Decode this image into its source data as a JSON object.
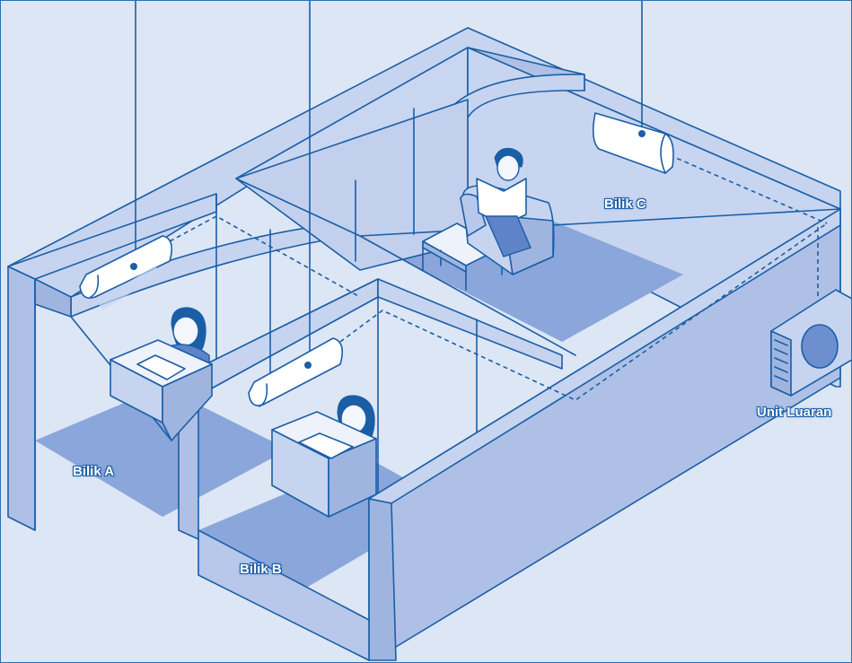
{
  "labels": {
    "room_a": "Bilik A",
    "room_b": "Bilik B",
    "room_c": "Bilik C",
    "outdoor": "Unit Luaran"
  },
  "colors": {
    "background": "#dde6f5",
    "line": "#1a5ea6",
    "wall_face": "#aec0e6",
    "wall_top": "#c6d4f0",
    "floor_room": "#9fb5e0",
    "floor_shadow": "#7f9bd3",
    "label_fill": "#ffffff"
  },
  "icons": [
    "split-ac-indoor-icon",
    "outdoor-condenser-icon",
    "person-icon",
    "desk-icon",
    "armchair-icon"
  ]
}
